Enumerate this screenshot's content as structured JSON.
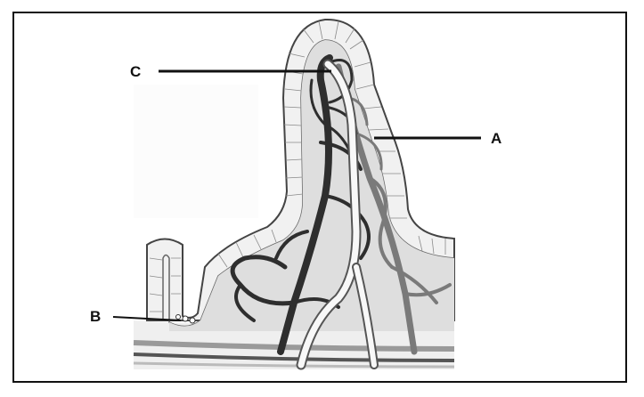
{
  "diagram": {
    "labels": {
      "a": "A",
      "b": "B",
      "c": "C"
    },
    "colors": {
      "frame": "#111111",
      "epithelium_fill": "#f2f2f2",
      "epithelium_stroke": "#555555",
      "lamina": "#d9d9d9",
      "artery": "#2e2e2e",
      "vein": "#7a7a7a",
      "lacteal": "#f8f8f8",
      "leader_line": "#111111"
    }
  }
}
